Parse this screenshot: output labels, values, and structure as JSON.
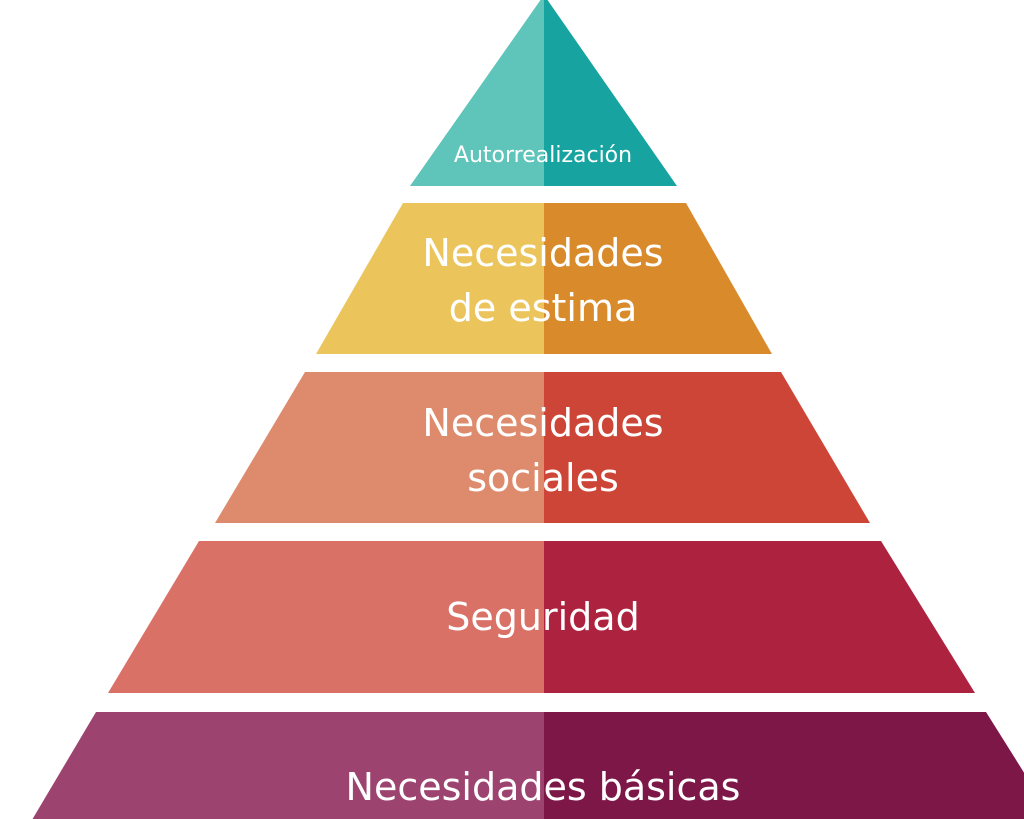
{
  "pyramid": {
    "levels": [
      {
        "label": [
          "Autorrealización"
        ],
        "color_left": "#5fc4b9",
        "color_right": "#17a39f"
      },
      {
        "label": [
          "Necesidades",
          "de estima"
        ],
        "color_left": "#ebc55c",
        "color_right": "#d98a2b"
      },
      {
        "label": [
          "Necesidades",
          "sociales"
        ],
        "color_left": "#dd8b6c",
        "color_right": "#cd4536"
      },
      {
        "label": [
          "Seguridad"
        ],
        "color_left": "#d97167",
        "color_right": "#ad223f"
      },
      {
        "label": [
          "Necesidades básicas"
        ],
        "color_left": "#9d436f",
        "color_right": "#7d1748"
      }
    ]
  }
}
